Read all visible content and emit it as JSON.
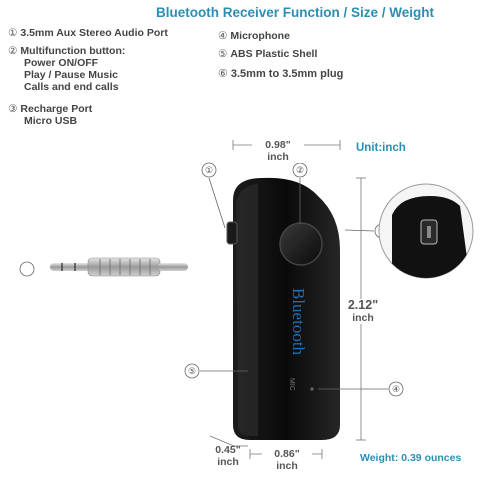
{
  "title": "Bluetooth Receiver Function / Size / Weight",
  "features_left": [
    {
      "num": "①",
      "lines": [
        "3.5mm Aux Stereo Audio Port"
      ]
    },
    {
      "num": "②",
      "lines": [
        "Multifunction button:",
        "Power ON/OFF",
        "Play / Pause Music",
        "Calls and end calls"
      ]
    },
    {
      "num": "③",
      "lines": [
        "Recharge Port",
        "Micro USB"
      ]
    }
  ],
  "features_right": [
    {
      "num": "④",
      "label": "Microphone"
    },
    {
      "num": "⑤",
      "label": "ABS Plastic Shell"
    },
    {
      "num": "⑥",
      "label": "3.5mm to 3.5mm plug"
    }
  ],
  "unit": "Unit:inch",
  "dimensions": {
    "width_top": {
      "value": "0.98\"",
      "unit": "inch"
    },
    "height": {
      "value": "2.12\"",
      "unit": "inch"
    },
    "depth": {
      "value": "0.45\"",
      "unit": "inch"
    },
    "width_bottom": {
      "value": "0.86\"",
      "unit": "inch"
    }
  },
  "weight": "Weight: 0.39 ounces",
  "device": {
    "brand": "Bluetooth",
    "mic_label": "MIC"
  },
  "callouts": {
    "c1": "①",
    "c2": "②",
    "c3": "③",
    "c4": "④",
    "c5": "⑤",
    "c6": "⑥"
  },
  "colors": {
    "accent": "#2a8fb3",
    "body": "#0b0b0b",
    "text": "#444444"
  }
}
